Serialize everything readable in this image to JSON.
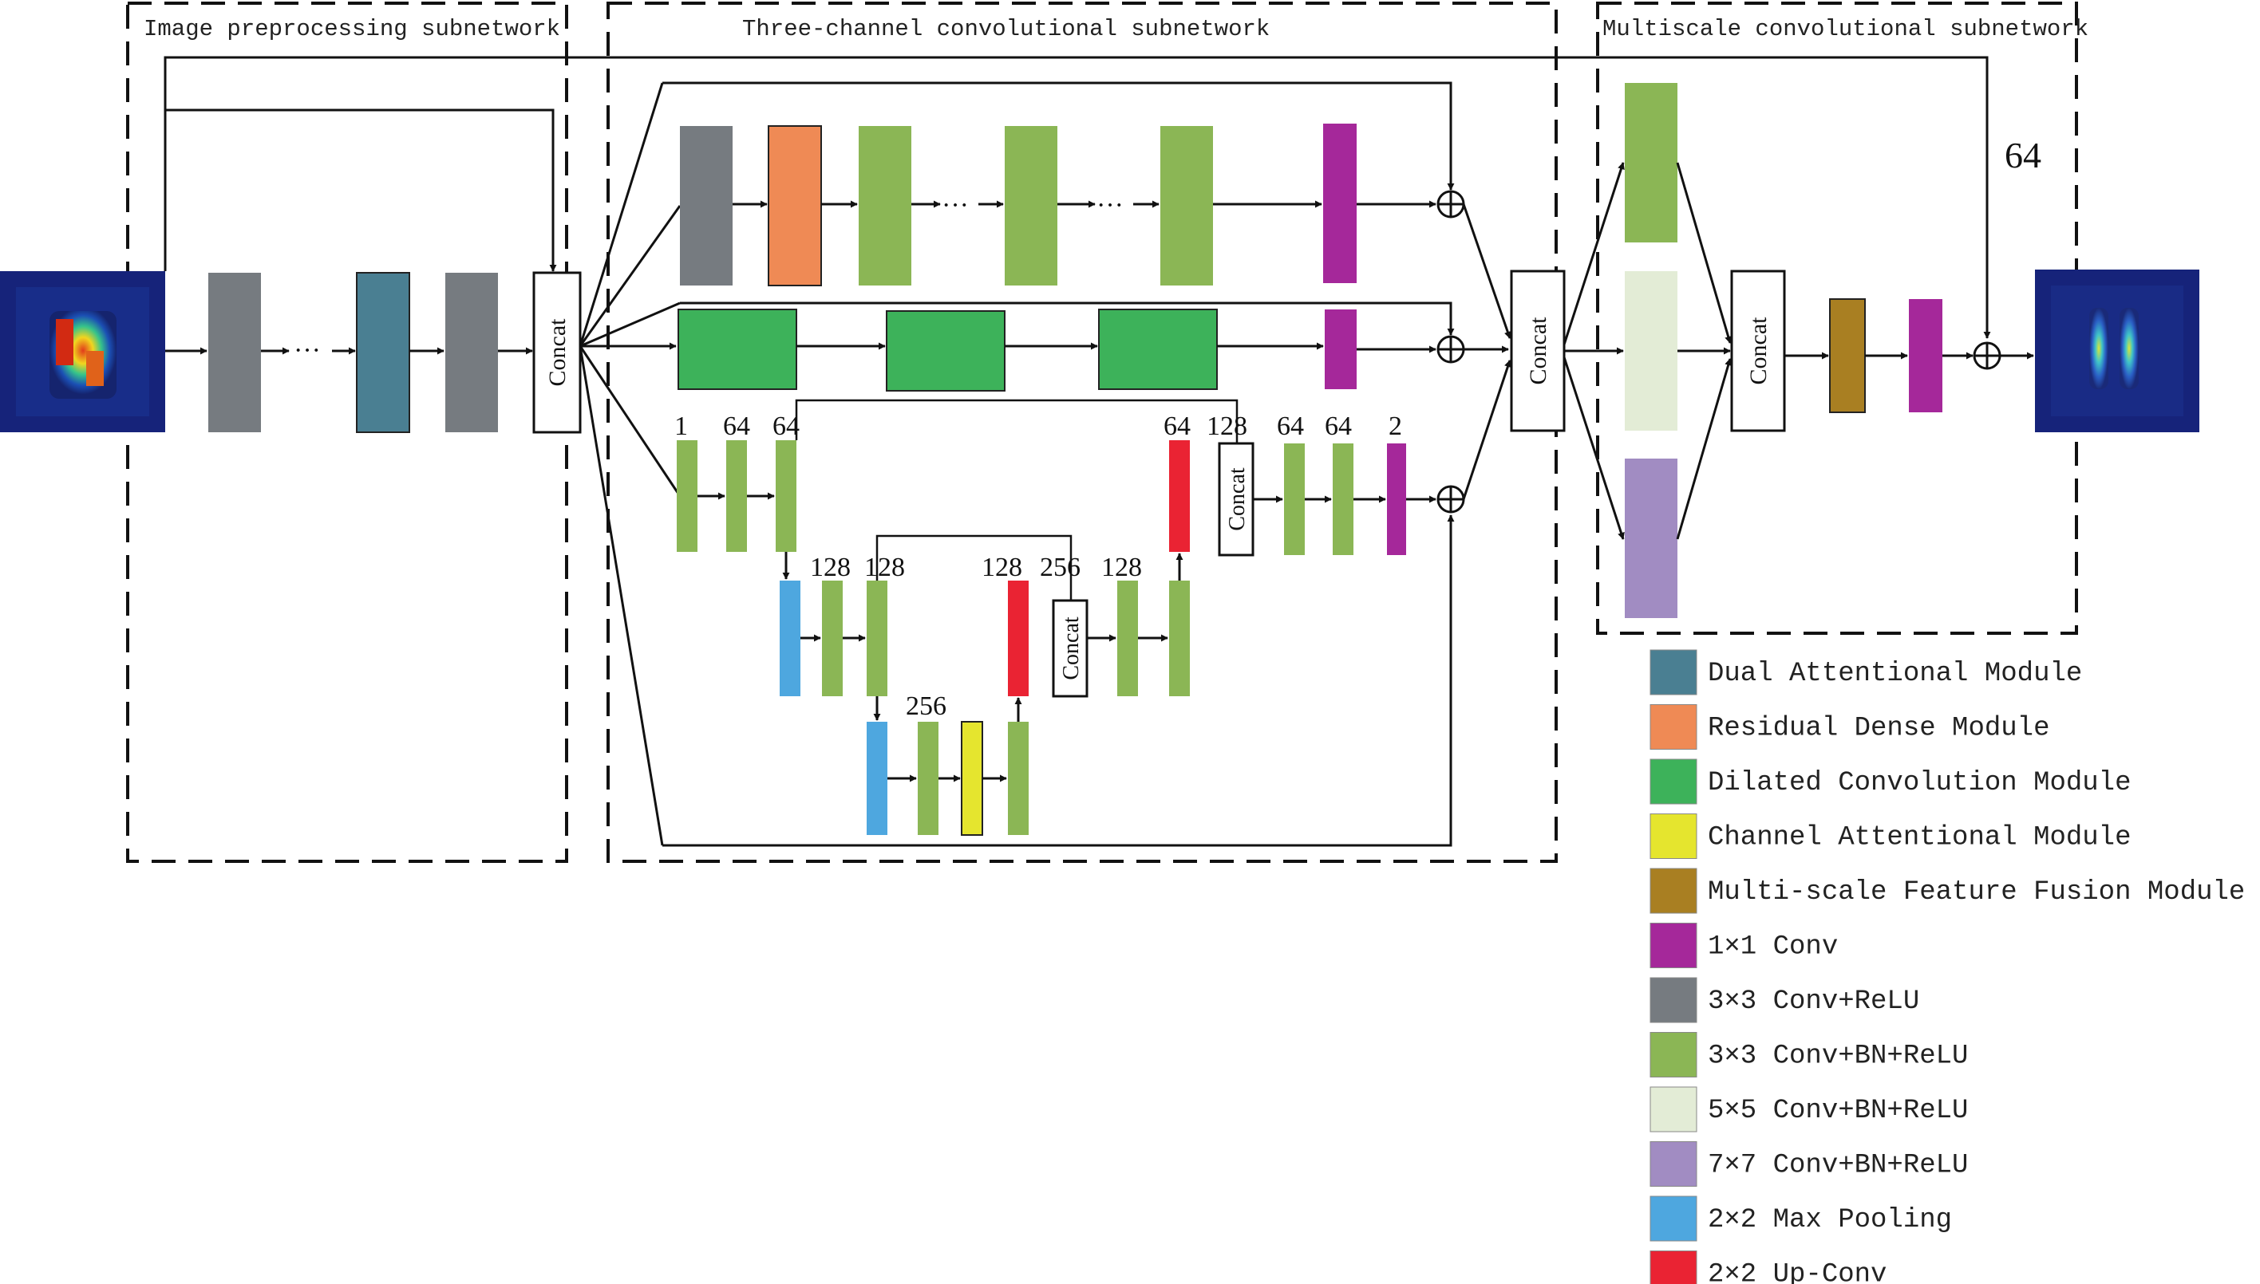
{
  "subnetworks": {
    "preprocessing": "Image preprocessing subnetwork",
    "three_channel": "Three-channel convolutional subnetwork",
    "multiscale": "Multiscale convolutional subnetwork"
  },
  "concat_label": "Concat",
  "skip_label": "64",
  "unet_labels": {
    "enc1_a": "1",
    "enc1_b": "64",
    "enc1_c": "64",
    "enc2_a": "128",
    "enc2_b": "128",
    "bottleneck": "256",
    "dec2_up": "128",
    "dec2_cat": "256",
    "dec2_out": "128",
    "dec1_up": "64",
    "dec1_cat": "128",
    "dec1_a": "64",
    "dec1_b": "64",
    "dec1_out": "2"
  },
  "ellipsis": "···",
  "colors": {
    "dual_attention": "#4a7f92",
    "residual_dense": "#ef8a55",
    "dilated": "#3db25a",
    "channel_attention": "#e5e52e",
    "fusion": "#a97f22",
    "conv1x1": "#a5289a",
    "conv3x3_relu": "#767b80",
    "conv3x3_bn": "#8bb655",
    "conv5x5_bn": "#e3ecd6",
    "conv7x7_bn": "#a18cc2",
    "maxpool": "#4ea7df",
    "upconv": "#ea2333"
  },
  "legend": [
    {
      "label": "Dual Attentional Module",
      "color": "#4a7f92"
    },
    {
      "label": "Residual Dense Module",
      "color": "#ef8a55"
    },
    {
      "label": "Dilated Convolution Module",
      "color": "#3db25a"
    },
    {
      "label": "Channel Attentional Module",
      "color": "#e5e52e"
    },
    {
      "label": "Multi-scale Feature Fusion Module",
      "color": "#a97f22"
    },
    {
      "label": "1×1 Conv",
      "color": "#a5289a"
    },
    {
      "label": "3×3 Conv+ReLU",
      "color": "#767b80"
    },
    {
      "label": "3×3 Conv+BN+ReLU",
      "color": "#8bb655"
    },
    {
      "label": "5×5 Conv+BN+ReLU",
      "color": "#e3ecd6"
    },
    {
      "label": "7×7 Conv+BN+ReLU",
      "color": "#a18cc2"
    },
    {
      "label": "2×2 Max Pooling",
      "color": "#4ea7df"
    },
    {
      "label": "2×2 Up-Conv",
      "color": "#ea2333"
    }
  ]
}
